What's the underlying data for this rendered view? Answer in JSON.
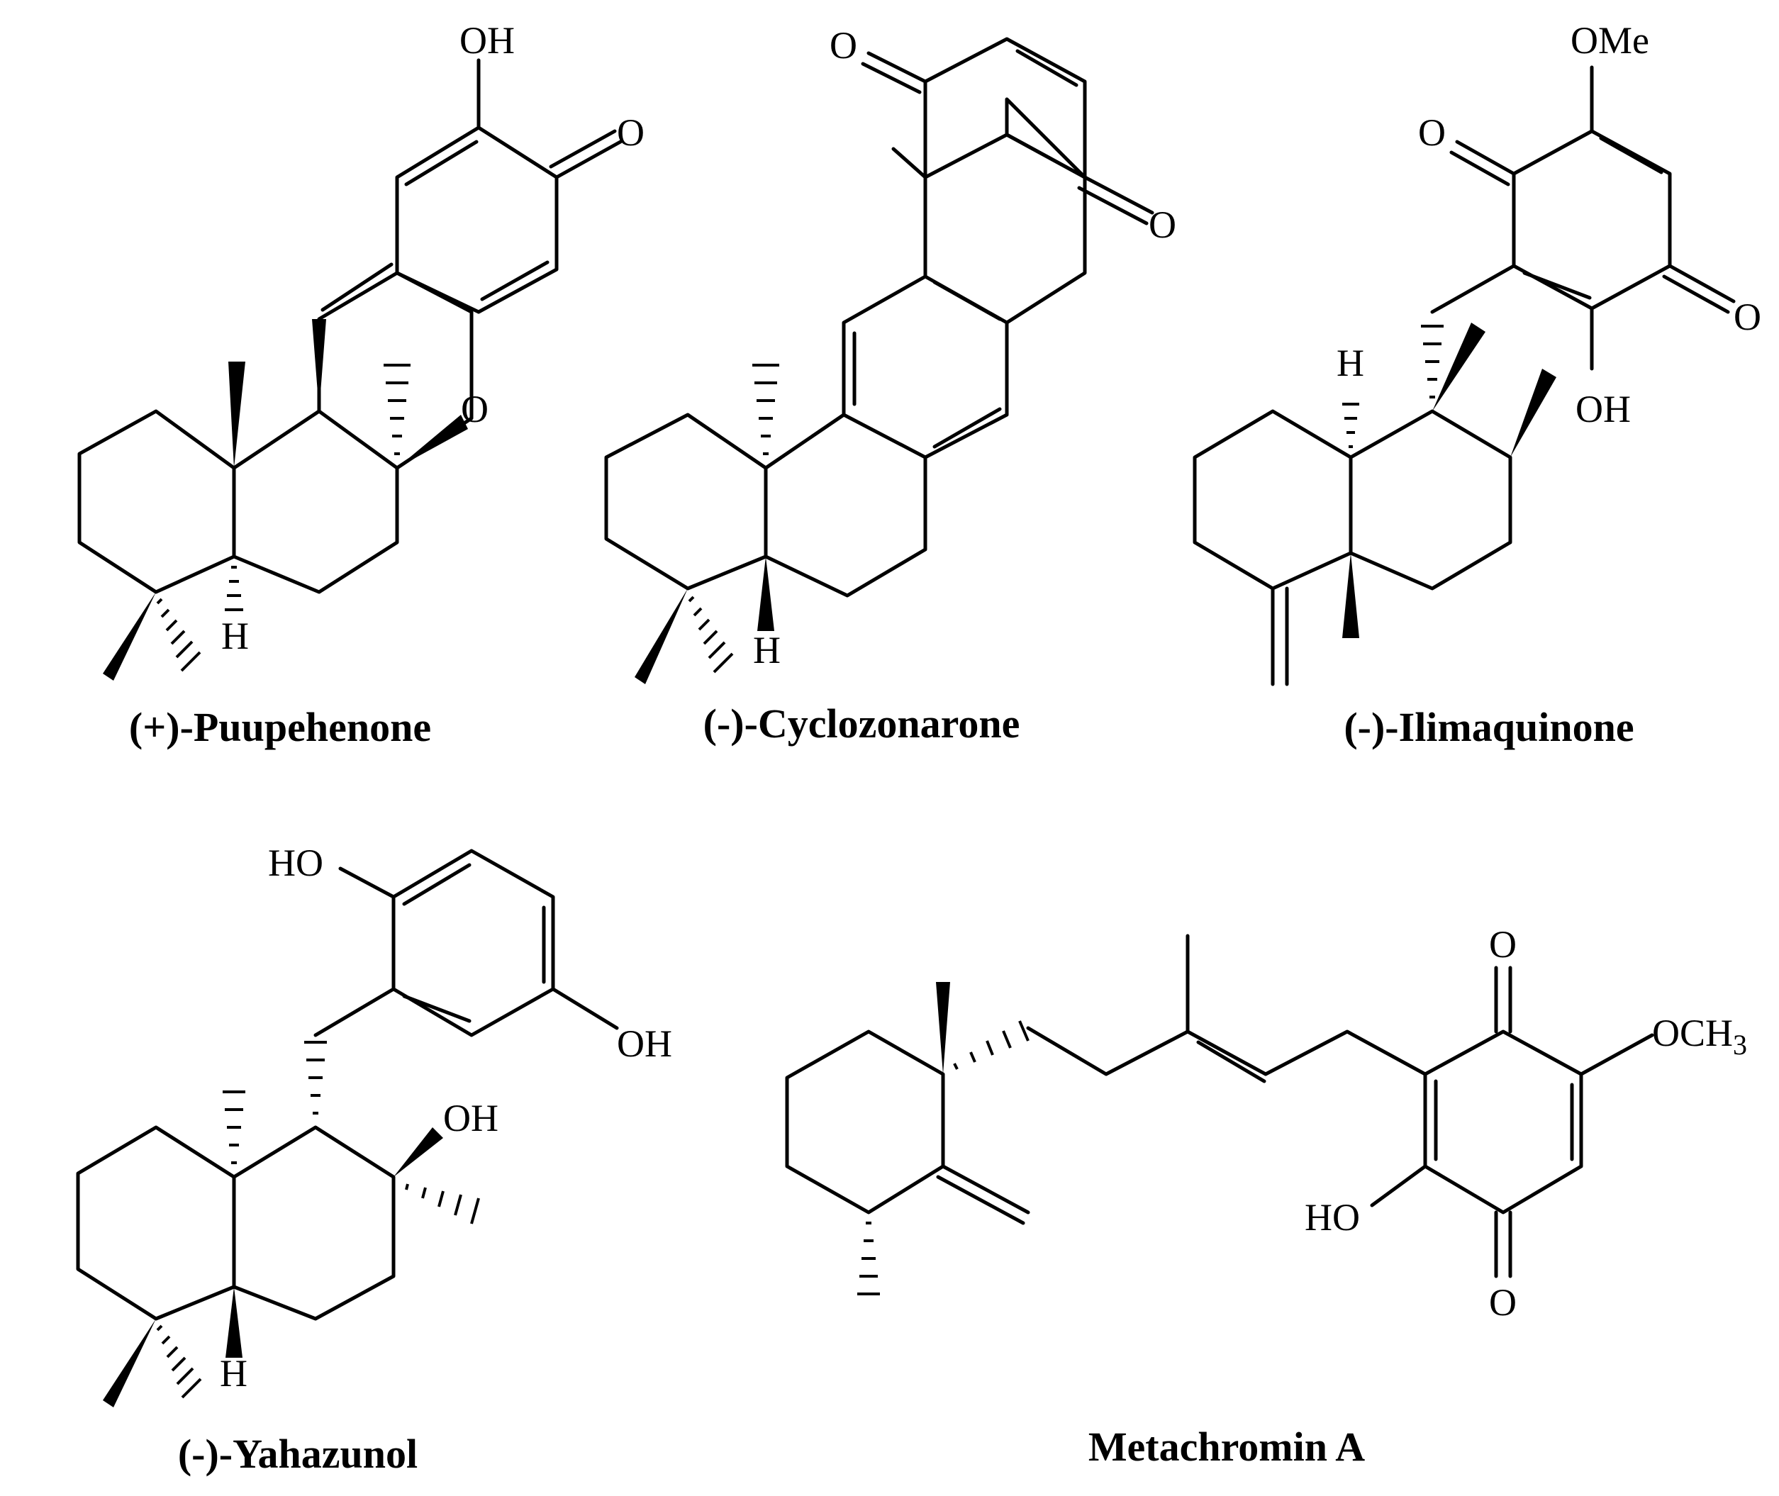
{
  "molecules": {
    "puupehenone": {
      "name": "(+)-Puupehenone",
      "labels": {
        "oh": "OH",
        "o_ketone": "O",
        "o_ring": "O",
        "h": "H"
      }
    },
    "cyclozonarone": {
      "name": "(-)-Cyclozonarone",
      "labels": {
        "o_top": "O",
        "o_right": "O",
        "h": "H"
      }
    },
    "ilimaquinone": {
      "name": "(-)-Ilimaquinone",
      "labels": {
        "ome": "OMe",
        "o_left": "O",
        "o_right": "O",
        "oh": "OH",
        "h": "H"
      }
    },
    "yahazunol": {
      "name": "(-)-Yahazunol",
      "labels": {
        "ho": "HO",
        "oh_ring": "OH",
        "oh_c": "OH",
        "h": "H"
      }
    },
    "metachromin": {
      "name": "Metachromin A",
      "labels": {
        "o_top": "O",
        "och3": "OCH",
        "och3_sub": "3",
        "ho": "HO",
        "o_bottom": "O"
      }
    }
  }
}
